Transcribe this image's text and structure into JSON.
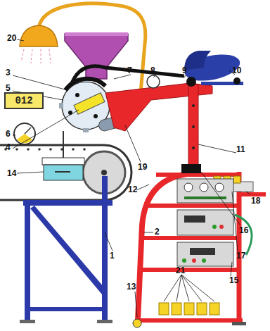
{
  "diagram": {
    "nodes": [
      {
        "text": [
          "012"
        ]
      }
    ],
    "labels": [
      "20",
      "3",
      "5",
      "7",
      "8",
      "9",
      "10",
      "6",
      "4",
      "19",
      "14",
      "11",
      "12",
      "18",
      "16",
      "17",
      "15",
      "2",
      "1",
      "13",
      "21"
    ]
  }
}
